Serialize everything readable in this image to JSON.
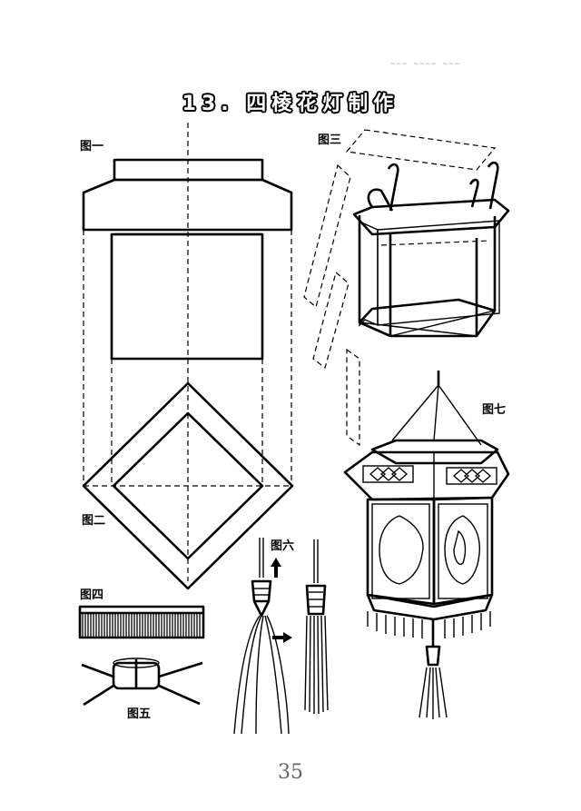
{
  "page": {
    "title": "13. 四棱花灯制作",
    "page_number": "35"
  },
  "figures": {
    "fig1": "图一",
    "fig2": "图二",
    "fig3": "图三",
    "fig4": "图四",
    "fig5": "图五",
    "fig6": "图六",
    "fig7": "图七"
  }
}
